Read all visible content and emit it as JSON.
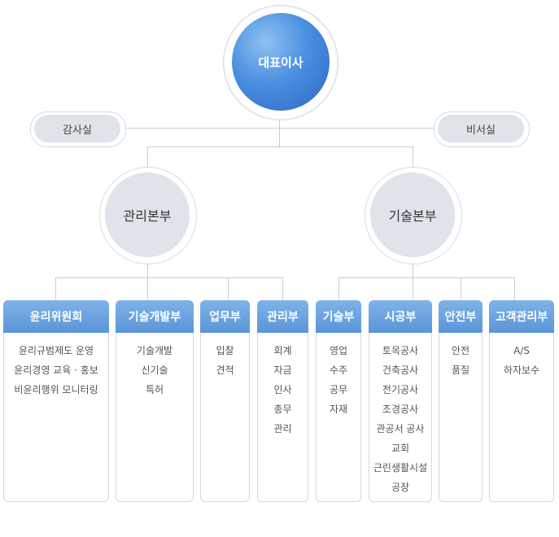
{
  "ceo": {
    "label": "대표이사"
  },
  "side_units": [
    {
      "label": "감사실"
    },
    {
      "label": "비서실"
    }
  ],
  "divisions": [
    {
      "label": "관리본부"
    },
    {
      "label": "기술본부"
    }
  ],
  "departments": [
    {
      "name": "윤리위원회",
      "items": [
        "윤리규범제도 운영",
        "윤리경영 교육 · 홍보",
        "비윤리행위 모니터링"
      ]
    },
    {
      "name": "기술개발부",
      "items": [
        "기술개발",
        "신기술",
        "특허"
      ]
    },
    {
      "name": "업무부",
      "items": [
        "입찰",
        "견적"
      ]
    },
    {
      "name": "관리부",
      "items": [
        "회계",
        "자금",
        "인사",
        "총무",
        "관리"
      ]
    },
    {
      "name": "기술부",
      "items": [
        "영업",
        "수주",
        "공무",
        "자재"
      ]
    },
    {
      "name": "시공부",
      "items": [
        "토목공사",
        "건축공사",
        "전기공사",
        "조경공사",
        "관공서 공사",
        "교회",
        "근린생활시설",
        "공장"
      ]
    },
    {
      "name": "안전부",
      "items": [
        "안전",
        "품질"
      ]
    },
    {
      "name": "고객관리부",
      "items": [
        "A/S",
        "하자보수"
      ]
    }
  ],
  "colors": {
    "ceo_fill": "#3f7fd6",
    "header_fill": "#6aa3e0",
    "unit_fill": "#dfe3ea",
    "connector": "#c8ccd2"
  }
}
